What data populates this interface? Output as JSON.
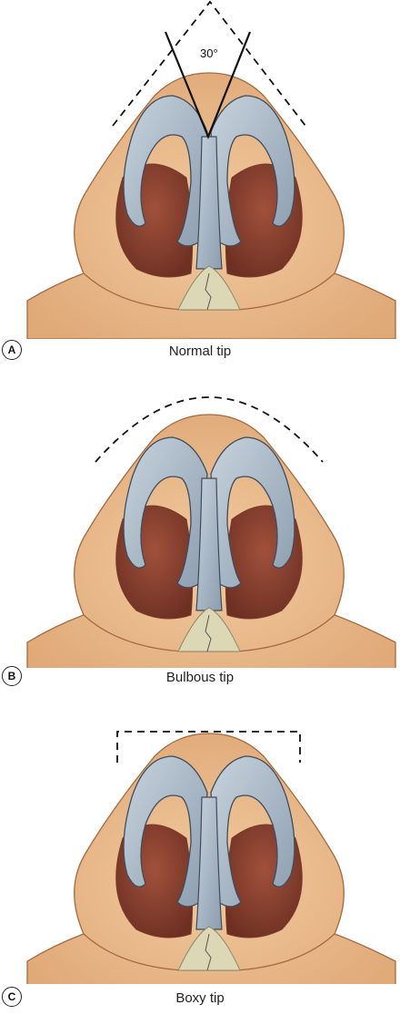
{
  "panels": [
    {
      "letter": "A",
      "caption": "Normal tip",
      "angle_label": "30°",
      "tip": "normal"
    },
    {
      "letter": "B",
      "caption": "Bulbous tip",
      "tip": "bulbous"
    },
    {
      "letter": "C",
      "caption": "Boxy tip",
      "tip": "boxy"
    }
  ],
  "colors": {
    "skin": "#e9b98a",
    "skin_edge": "#a6693f",
    "nostril": "#8a4433",
    "cartilage": "#a9b9c8",
    "cartilage_edge": "#3f4c5a",
    "septum_base": "#dcd8b6",
    "line": "#111111"
  }
}
